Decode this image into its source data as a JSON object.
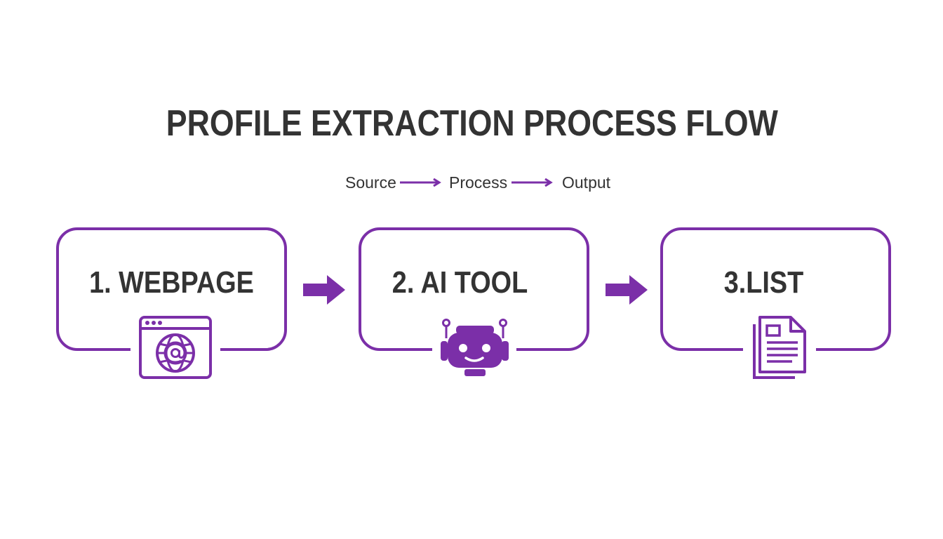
{
  "diagram": {
    "title": "PROFILE EXTRACTION PROCESS FLOW",
    "legend": {
      "items": [
        "Source",
        "Process",
        "Output"
      ]
    },
    "steps": [
      {
        "label": "1. WEBPAGE",
        "icon": "browser-globe-at-icon"
      },
      {
        "label": "2. AI TOOL",
        "icon": "robot-icon"
      },
      {
        "label": "3.LIST",
        "icon": "document-list-icon"
      }
    ],
    "colors": {
      "accent": "#7B2FA8",
      "text": "#333333",
      "background": "#ffffff"
    }
  }
}
